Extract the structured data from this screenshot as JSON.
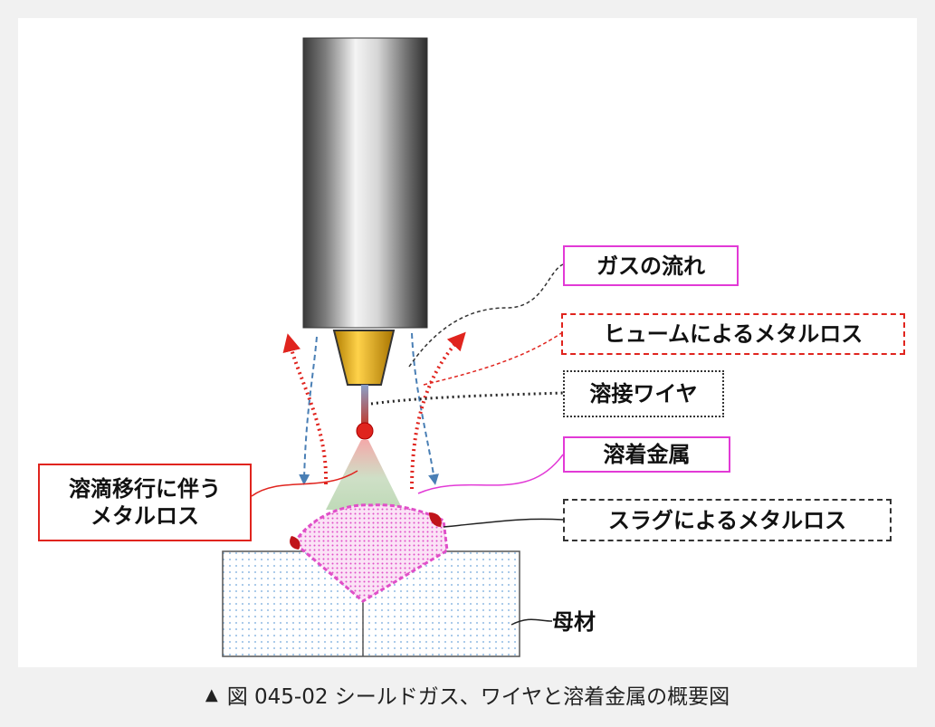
{
  "labels": {
    "gas_flow": "ガスの流れ",
    "fume_loss": "ヒュームによるメタルロス",
    "wire": "溶接ワイヤ",
    "deposited_metal": "溶着金属",
    "droplet_loss_line1": "溶滴移行に伴う",
    "droplet_loss_line2": "メタルロス",
    "slag_loss": "スラグによるメタルロス",
    "base_metal": "母材"
  },
  "caption": {
    "marker": "▲",
    "text": "図 045-02  シールドガス、ワイヤと溶着金属の概要図"
  },
  "colors": {
    "magenta": "#e23ad6",
    "red": "#e0241e",
    "gas_arrow": "#4a7fb5",
    "nozzle": "#f0b400",
    "base_dots": "#6fa6dc",
    "weld_fill": "#f7c6ee"
  }
}
